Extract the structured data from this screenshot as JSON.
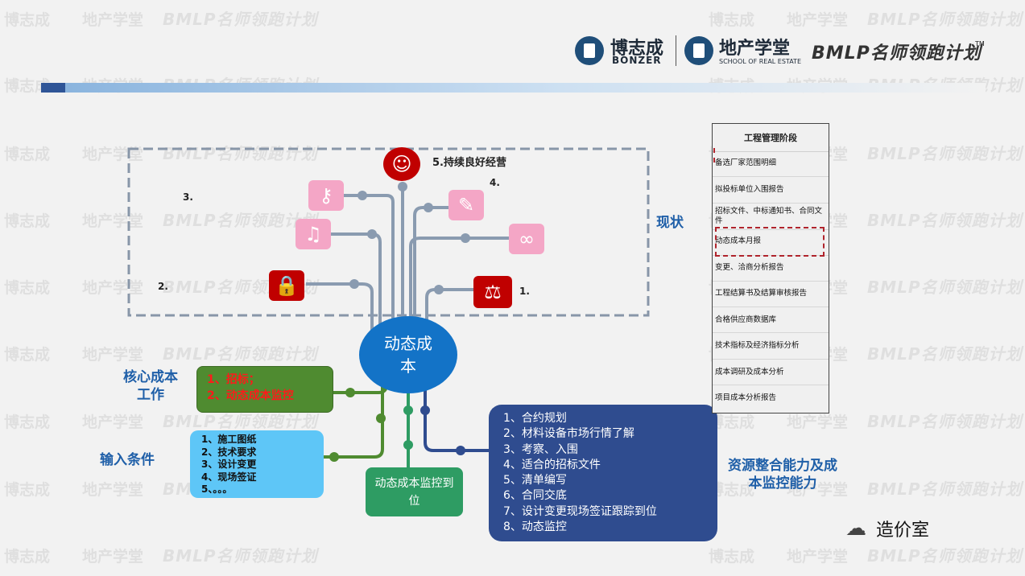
{
  "header": {
    "logo1_name": "博志成",
    "logo1_sub": "BONZER",
    "logo2_name": "地产学堂",
    "logo2_sub": "SCHOOL OF REAL ESTATE",
    "brand": "BMLP名师领跑计划",
    "tm": "TM"
  },
  "watermark": {
    "a": "博志成",
    "b": "地产学堂",
    "c": "BMLP名师领跑计划"
  },
  "diagram": {
    "region_label": "现状",
    "item_labels": {
      "n1": "1.",
      "n2": "2.",
      "n3": "3.",
      "n4": "4.",
      "n5": "5.持续良好经营"
    },
    "center": "动态成本",
    "core_label": "核心成本工作",
    "core_items": [
      "1、招标；",
      "2、动态成本监控"
    ],
    "input_label": "输入条件",
    "input_items": [
      "1、施工图纸",
      "2、技术要求",
      "3、设计变更",
      "4、现场签证",
      "5、。。。"
    ],
    "output_box": "动态成本监控到位",
    "resource_items": [
      "1、合约规划",
      "2、材料设备市场行情了解",
      "3、考察、入围",
      "4、适合的招标文件",
      "5、清单编写",
      "6、合同交底",
      "7、设计变更现场签证跟踪到位",
      "8、动态监控"
    ],
    "resource_label": "资源整合能力及成本监控能力",
    "colors": {
      "navy": "#2f4c8f",
      "green": "#4f8b30",
      "cyan": "#5ec6f7",
      "teal": "#2e9c63",
      "blue": "#1373c7"
    }
  },
  "panel": {
    "title": "工程管理阶段",
    "rows": [
      "备选厂家范围明细",
      "拟投标单位入围报告",
      "招标文件、中标通知书、合同文件",
      "动态成本月报",
      "变更、洽商分析报告",
      "工程结算书及结算审核报告",
      "合格供应商数据库",
      "技术指标及经济指标分析",
      "成本调研及成本分析",
      "项目成本分析报告"
    ]
  },
  "footer": {
    "account": "造价室"
  }
}
